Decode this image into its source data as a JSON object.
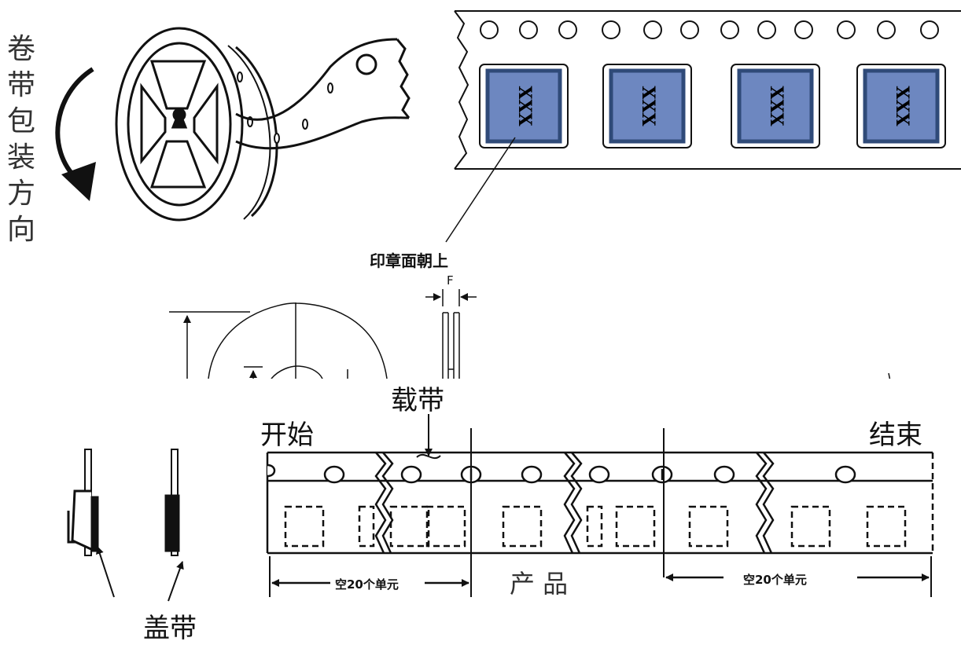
{
  "diagram": {
    "winding_direction_label": [
      "卷",
      "带",
      "包",
      "装",
      "方",
      "向"
    ],
    "chip_marking": "XXX",
    "chip_count": 4,
    "marking_note": "印章面朝上",
    "dimension_f": "F",
    "carrier_tape_label": "载带",
    "start_label": "开始",
    "end_label": "结束",
    "cover_tape_label": "盖带",
    "product_label": "产  品",
    "leader_label": "空20个单元",
    "trailer_label": "空20个单元",
    "colors": {
      "chip_fill": "#6d87c0",
      "chip_border": "#2f4a78",
      "line": "#111111",
      "tape_fill": "#ffffff"
    }
  }
}
